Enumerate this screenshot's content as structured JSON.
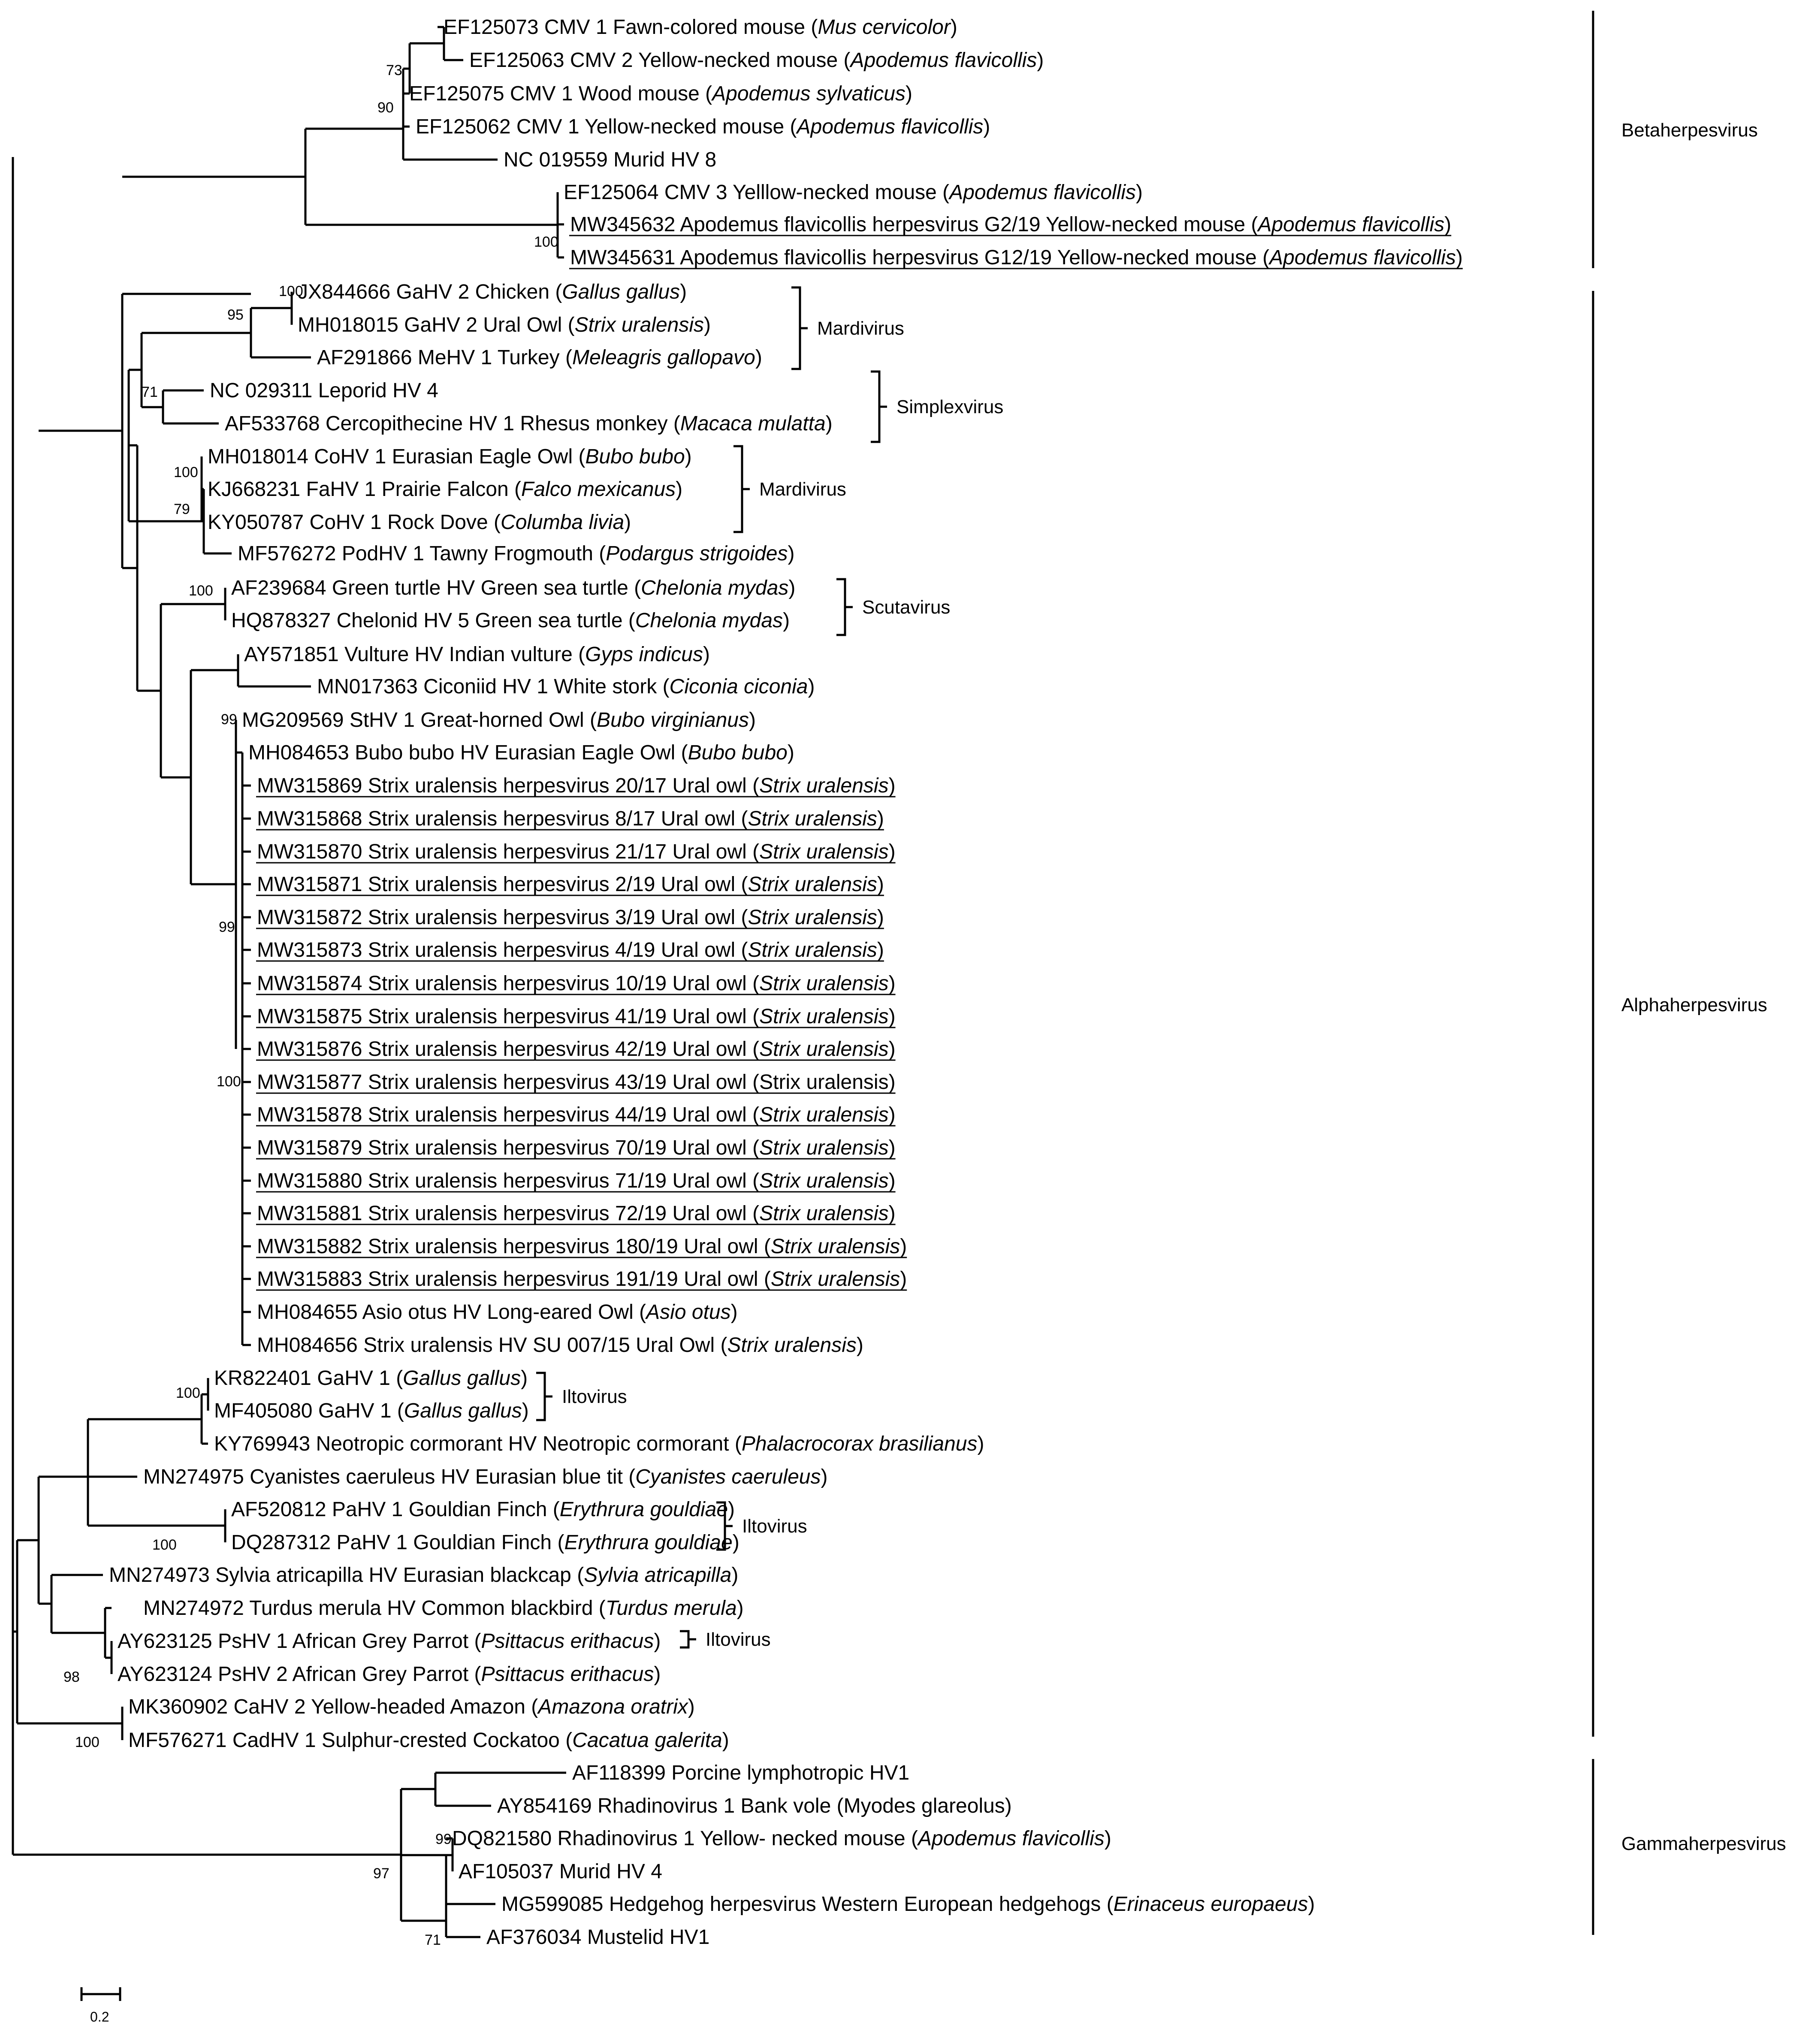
{
  "leaves": [
    {
      "acc": "EF125073 CMV 1 Fawn-colored mouse",
      "sp": "Mus cervicolor",
      "ul": false
    },
    {
      "acc": "EF125063 CMV 2 Yellow-necked mouse",
      "sp": "Apodemus flavicollis",
      "ul": false
    },
    {
      "acc": "EF125075 CMV 1 Wood mouse",
      "sp": "Apodemus sylvaticus",
      "ul": false
    },
    {
      "acc": "EF125062 CMV 1 Yellow-necked mouse",
      "sp": "Apodemus flavicollis",
      "ul": false
    },
    {
      "acc": "NC 019559 Murid HV 8",
      "sp": "",
      "ul": false
    },
    {
      "acc": "EF125064 CMV 3 Yelllow-necked mouse",
      "sp": "Apodemus flavicollis",
      "ul": false
    },
    {
      "acc": "MW345632 Apodemus flavicollis herpesvirus G2/19 Yellow-necked mouse",
      "sp": "Apodemus flavicollis",
      "ul": true
    },
    {
      "acc": "MW345631 Apodemus flavicollis herpesvirus G12/19 Yellow-necked mouse",
      "sp": "Apodemus flavicollis",
      "ul": true
    },
    {
      "acc": "JX844666 GaHV 2 Chicken",
      "sp": "Gallus gallus",
      "ul": false
    },
    {
      "acc": "MH018015 GaHV 2 Ural Owl",
      "sp": "Strix uralensis",
      "ul": false
    },
    {
      "acc": "AF291866 MeHV 1 Turkey",
      "sp": "Meleagris gallopavo",
      "ul": false
    },
    {
      "acc": "NC 029311 Leporid HV 4",
      "sp": "",
      "ul": false
    },
    {
      "acc": "AF533768 Cercopithecine HV 1 Rhesus monkey",
      "sp": "Macaca mulatta",
      "ul": false
    },
    {
      "acc": "MH018014 CoHV 1 Eurasian Eagle Owl",
      "sp": "Bubo bubo",
      "ul": false
    },
    {
      "acc": "KJ668231 FaHV 1 Prairie Falcon",
      "sp": "Falco mexicanus",
      "ul": false
    },
    {
      "acc": "KY050787 CoHV 1 Rock Dove",
      "sp": "Columba livia",
      "ul": false
    },
    {
      "acc": "MF576272 PodHV 1 Tawny Frogmouth",
      "sp": "Podargus strigoides",
      "ul": false
    },
    {
      "acc": "AF239684 Green turtle HV Green sea turtle",
      "sp": "Chelonia mydas",
      "ul": false
    },
    {
      "acc": "HQ878327 Chelonid HV 5 Green sea turtle",
      "sp": "Chelonia mydas",
      "ul": false
    },
    {
      "acc": "AY571851 Vulture HV Indian vulture",
      "sp": "Gyps indicus",
      "ul": false
    },
    {
      "acc": "MN017363 Ciconiid HV 1 White stork",
      "sp": "Ciconia ciconia",
      "ul": false
    },
    {
      "acc": "MG209569 StHV 1 Great-horned Owl",
      "sp": "Bubo virginianus",
      "ul": false
    },
    {
      "acc": "MH084653 Bubo bubo HV Eurasian Eagle Owl",
      "sp": "Bubo bubo",
      "ul": false
    },
    {
      "acc": "MW315869 Strix uralensis herpesvirus 20/17 Ural owl",
      "sp": "Strix uralensis",
      "ul": true
    },
    {
      "acc": "MW315868 Strix uralensis herpesvirus 8/17 Ural owl",
      "sp": "Strix uralensis",
      "ul": true
    },
    {
      "acc": "MW315870 Strix uralensis herpesvirus 21/17 Ural owl",
      "sp": "Strix uralensis",
      "ul": true
    },
    {
      "acc": "MW315871 Strix uralensis herpesvirus 2/19 Ural owl",
      "sp": "Strix uralensis",
      "ul": true
    },
    {
      "acc": "MW315872 Strix uralensis herpesvirus 3/19 Ural owl",
      "sp": "Strix uralensis",
      "ul": true
    },
    {
      "acc": "MW315873 Strix uralensis herpesvirus 4/19 Ural owl",
      "sp": "Strix uralensis",
      "ul": true
    },
    {
      "acc": "MW315874 Strix uralensis herpesvirus 10/19 Ural owl",
      "sp": "Strix uralensis",
      "ul": true
    },
    {
      "acc": "MW315875 Strix uralensis herpesvirus 41/19 Ural owl",
      "sp": "Strix uralensis",
      "ul": true
    },
    {
      "acc": "MW315876 Strix uralensis herpesvirus 42/19 Ural owl",
      "sp": "Strix uralensis",
      "ul": true
    },
    {
      "acc": "MW315877 Strix uralensis herpesvirus 43/19 Ural owl",
      "sp": "Strix uralensis",
      "ul": true,
      "plain": true
    },
    {
      "acc": "MW315878 Strix uralensis herpesvirus 44/19 Ural owl",
      "sp": "Strix uralensis",
      "ul": true
    },
    {
      "acc": "MW315879 Strix uralensis herpesvirus 70/19 Ural owl",
      "sp": "Strix uralensis",
      "ul": true
    },
    {
      "acc": "MW315880 Strix uralensis herpesvirus 71/19 Ural owl",
      "sp": "Strix uralensis",
      "ul": true
    },
    {
      "acc": "MW315881 Strix uralensis herpesvirus 72/19 Ural owl",
      "sp": "Strix uralensis",
      "ul": true
    },
    {
      "acc": "MW315882 Strix uralensis herpesvirus 180/19 Ural owl",
      "sp": "Strix uralensis",
      "ul": true
    },
    {
      "acc": "MW315883 Strix uralensis herpesvirus 191/19 Ural owl",
      "sp": "Strix uralensis",
      "ul": true
    },
    {
      "acc": "MH084655 Asio otus HV Long-eared Owl",
      "sp": "Asio otus",
      "ul": false
    },
    {
      "acc": "MH084656 Strix uralensis HV SU 007/15 Ural Owl",
      "sp": "Strix uralensis",
      "ul": false
    },
    {
      "acc": "KR822401 GaHV 1",
      "sp": "Gallus gallus",
      "ul": false
    },
    {
      "acc": "MF405080 GaHV 1",
      "sp": "Gallus gallus",
      "ul": false
    },
    {
      "acc": "KY769943 Neotropic cormorant HV Neotropic cormorant",
      "sp": "Phalacrocorax brasilianus",
      "ul": false
    },
    {
      "acc": "MN274975 Cyanistes caeruleus HV Eurasian blue tit",
      "sp": "Cyanistes caeruleus",
      "ul": false
    },
    {
      "acc": "AF520812 PaHV 1 Gouldian Finch",
      "sp": "Erythrura gouldiae",
      "ul": false
    },
    {
      "acc": "DQ287312 PaHV 1 Gouldian Finch",
      "sp": "Erythrura gouldiae",
      "ul": false
    },
    {
      "acc": "MN274973 Sylvia atricapilla HV Eurasian blackcap",
      "sp": "Sylvia atricapilla",
      "ul": false
    },
    {
      "acc": "MN274972 Turdus merula HV Common blackbird",
      "sp": "Turdus merula",
      "ul": false
    },
    {
      "acc": "AY623125 PsHV 1 African Grey Parrot",
      "sp": "Psittacus erithacus",
      "ul": false
    },
    {
      "acc": "AY623124 PsHV 2 African Grey Parrot",
      "sp": "Psittacus erithacus",
      "ul": false
    },
    {
      "acc": "MK360902 CaHV 2 Yellow-headed Amazon",
      "sp": "Amazona oratrix",
      "ul": false
    },
    {
      "acc": "MF576271 CadHV 1 Sulphur-crested Cockatoo",
      "sp": "Cacatua galerita",
      "ul": false
    },
    {
      "acc": "AF118399 Porcine lymphotropic HV1",
      "sp": "",
      "ul": false
    },
    {
      "acc": "AY854169 Rhadinovirus 1 Bank vole (Myodes glareolus)",
      "sp": "",
      "ul": false
    },
    {
      "acc": "DQ821580 Rhadinovirus 1 Yellow- necked mouse",
      "sp": "Apodemus flavicollis",
      "ul": false
    },
    {
      "acc": "AF105037 Murid HV 4",
      "sp": "",
      "ul": false
    },
    {
      "acc": "MG599085 Hedgehog herpesvirus Western European hedgehogs",
      "sp": "Erinaceus europaeus",
      "ul": false
    },
    {
      "acc": "AF376034 Mustelid HV1",
      "sp": "",
      "ul": false
    }
  ],
  "bootstrap": [
    "73",
    "90",
    "100",
    "100",
    "95",
    "71",
    "100",
    "79",
    "100",
    "99",
    "99",
    "100",
    "100",
    "100",
    "98",
    "100",
    "99",
    "97",
    "71"
  ],
  "clade_labels": [
    "Mardivirus",
    "Simplexvirus",
    "Mardivirus",
    "Scutavirus",
    "Iltovirus",
    "Iltovirus",
    "Iltovirus"
  ],
  "subfamilies": [
    "Betaherpesvirus",
    "Alphaherpesvirus",
    "Gammaherpesvirus"
  ],
  "scale_bar": "0.2"
}
